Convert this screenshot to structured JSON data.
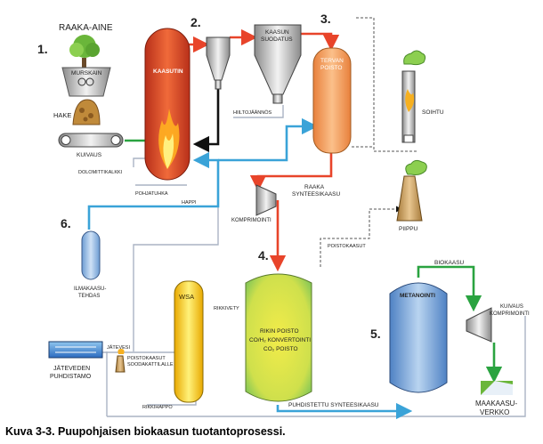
{
  "colors": {
    "red_flow": "#e8442a",
    "blue_flow": "#3aa3d8",
    "green_flow": "#2aa340",
    "black_flow": "#111111",
    "gray_line": "#aab4c4",
    "reactor_fill": "#e5502a",
    "tar_fill": "#f59a52",
    "wsa_fill": "#f4c21a",
    "rikin_fill": "#d8e84a",
    "metan_fill": "#7fa8d8",
    "air_tank_fill": "#8fb7e0",
    "stack_fill": "#c9a060"
  },
  "steps": {
    "s1": "1.",
    "s2": "2.",
    "s3": "3.",
    "s4": "4.",
    "s5": "5.",
    "s6": "6."
  },
  "labels": {
    "raaka_aine": "RAAKA-AINE",
    "murskain": "MURSKAIN",
    "hake": "HAKE",
    "kuivaus": "KUIVAUS",
    "dolomittikalkki": "DOLOMITTIKALKKI",
    "pohjatuhka": "POHJATUHKA",
    "kaasutin": "KAASUTIN",
    "kaasun_suodatus": [
      "KAASUN",
      "SUODATUS"
    ],
    "hiiltojaannos": "HIILTOJÄÄNNÖS",
    "tervan_poisto": [
      "TERVAN",
      "POISTO"
    ],
    "soihtu": "SOIHTU",
    "raaka_synteesikaasu": [
      "RAAKA",
      "SYNTEESIKAASU"
    ],
    "happi": "HAPPI",
    "komprimointi": "KOMPRIMOINTI",
    "piippu": "PIIPPU",
    "poistokaasut": "POISTOKAASUT",
    "ilmakaasutehdas": [
      "ILMAKAASU-",
      "TEHDAS"
    ],
    "biokaasu": "BIOKAASU",
    "wsa": "WSA",
    "rikkivety": "RIKKIVETY",
    "rikin_poisto": [
      "RIKIN POISTO",
      "CO/H₂ KONVERTOINTI",
      "CO₂ POISTO"
    ],
    "metanointi": "METANOINTI",
    "kuivaus_komprimointi": [
      "KUIVAUS",
      "KOMPRIMOINTI"
    ],
    "jatevesi": "JÄTEVESI",
    "poistokaasut_soodakattilalle": [
      "POISTOKAASUT",
      "SOODAKATTILALLE"
    ],
    "jateveden_puhdistamo": [
      "JÄTEVEDEN",
      "PUHDISTAMO"
    ],
    "rikkihappo": "RIKKIHAPPO",
    "puhdistettu_synteesikaasu": "PUHDISTETTU SYNTEESIKAASU",
    "maakaasuverkko": [
      "MAAKAASU-",
      "VERKKO"
    ]
  },
  "caption": "Kuva 3-3. Puupohjaisen biokaasun tuotantoprosessi."
}
